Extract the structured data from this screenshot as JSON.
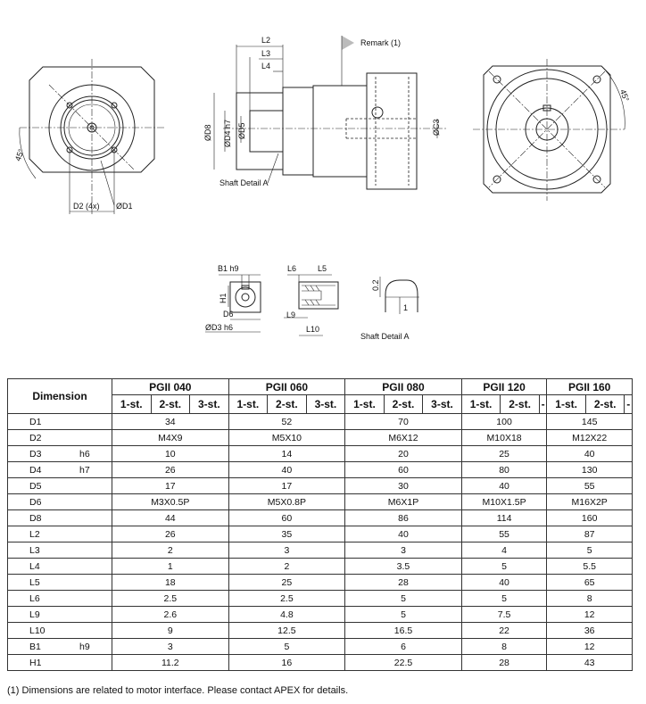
{
  "drawing": {
    "labels": {
      "remark": "Remark (1)",
      "l2": "L2",
      "l3": "L3",
      "l4": "L4",
      "d8": "ØD8",
      "d4h7": "ØD4 h7",
      "d5": "ØD5",
      "c3": "ØC3",
      "shaft_detail_a_1": "Shaft Detail A",
      "d2_4x": "D2 (4x)",
      "d1": "ØD1",
      "angle1": "45°",
      "angle2": "45°",
      "b1h9": "B1 h9",
      "h1": "H1",
      "d6": "D6",
      "d3h6": "ØD3 h6",
      "l6": "L6",
      "l5": "L5",
      "l9": "L9",
      "l10": "L10",
      "r02": "0.2",
      "one": "1",
      "shaft_detail_a_2": "Shaft  Detail  A"
    }
  },
  "table": {
    "dimension_header": "Dimension",
    "models": [
      "PGII 040",
      "PGII 060",
      "PGII 080",
      "PGII 120",
      "PGII 160"
    ],
    "stages": [
      [
        "1-st.",
        "2-st.",
        "3-st."
      ],
      [
        "1-st.",
        "2-st.",
        "3-st."
      ],
      [
        "1-st.",
        "2-st.",
        "3-st."
      ],
      [
        "1-st.",
        "2-st.",
        "-"
      ],
      [
        "1-st.",
        "2-st.",
        "-"
      ]
    ],
    "rows": [
      {
        "name": "D1",
        "tol": "",
        "values": [
          "34",
          "52",
          "70",
          "100",
          "145"
        ]
      },
      {
        "name": "D2",
        "tol": "",
        "values": [
          "M4X9",
          "M5X10",
          "M6X12",
          "M10X18",
          "M12X22"
        ]
      },
      {
        "name": "D3",
        "tol": "h6",
        "values": [
          "10",
          "14",
          "20",
          "25",
          "40"
        ]
      },
      {
        "name": "D4",
        "tol": "h7",
        "values": [
          "26",
          "40",
          "60",
          "80",
          "130"
        ]
      },
      {
        "name": "D5",
        "tol": "",
        "values": [
          "17",
          "17",
          "30",
          "40",
          "55"
        ]
      },
      {
        "name": "D6",
        "tol": "",
        "values": [
          "M3X0.5P",
          "M5X0.8P",
          "M6X1P",
          "M10X1.5P",
          "M16X2P"
        ]
      },
      {
        "name": "D8",
        "tol": "",
        "values": [
          "44",
          "60",
          "86",
          "114",
          "160"
        ]
      },
      {
        "name": "L2",
        "tol": "",
        "values": [
          "26",
          "35",
          "40",
          "55",
          "87"
        ]
      },
      {
        "name": "L3",
        "tol": "",
        "values": [
          "2",
          "3",
          "3",
          "4",
          "5"
        ]
      },
      {
        "name": "L4",
        "tol": "",
        "values": [
          "1",
          "2",
          "3.5",
          "5",
          "5.5"
        ]
      },
      {
        "name": "L5",
        "tol": "",
        "values": [
          "18",
          "25",
          "28",
          "40",
          "65"
        ]
      },
      {
        "name": "L6",
        "tol": "",
        "values": [
          "2.5",
          "2.5",
          "5",
          "5",
          "8"
        ]
      },
      {
        "name": "L9",
        "tol": "",
        "values": [
          "2.6",
          "4.8",
          "5",
          "7.5",
          "12"
        ]
      },
      {
        "name": "L10",
        "tol": "",
        "values": [
          "9",
          "12.5",
          "16.5",
          "22",
          "36"
        ]
      },
      {
        "name": "B1",
        "tol": "h9",
        "values": [
          "3",
          "5",
          "6",
          "8",
          "12"
        ]
      },
      {
        "name": "H1",
        "tol": "",
        "values": [
          "11.2",
          "16",
          "22.5",
          "28",
          "43"
        ]
      }
    ]
  },
  "footnote": "(1) Dimensions are related to motor interface. Please contact APEX for details."
}
